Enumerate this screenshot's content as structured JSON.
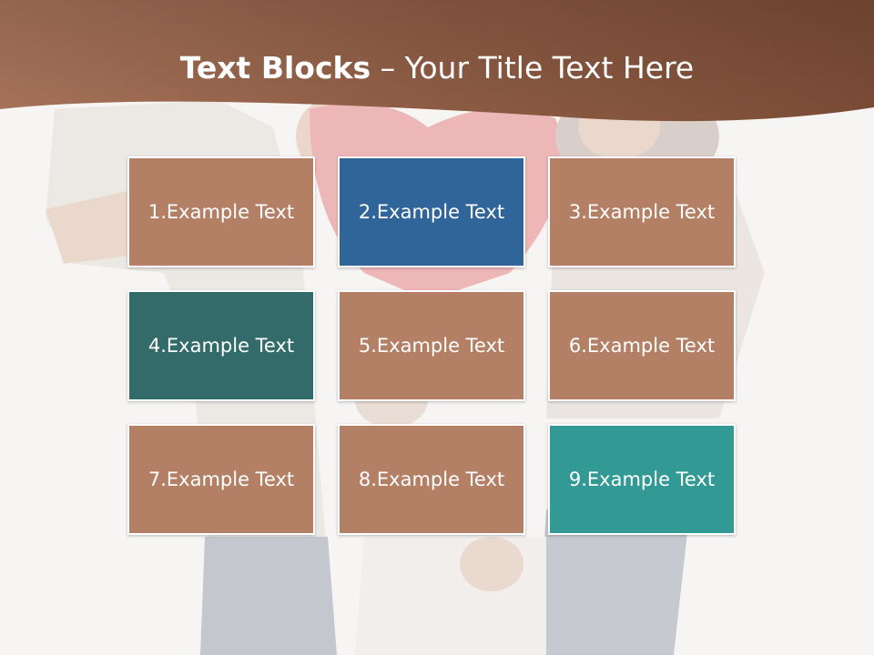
{
  "slide": {
    "title_bold": "Text Blocks",
    "title_rest": " – Your Title Text Here",
    "header_color": "#8a5a42"
  },
  "blocks": [
    {
      "label": "1.Example Text",
      "color": "#b37f65"
    },
    {
      "label": "2.Example Text",
      "color": "#2f6598"
    },
    {
      "label": "3.Example Text",
      "color": "#b37f65"
    },
    {
      "label": "4.Example Text",
      "color": "#336b6a"
    },
    {
      "label": "5.Example Text",
      "color": "#b37f65"
    },
    {
      "label": "6.Example Text",
      "color": "#b37f65"
    },
    {
      "label": "7.Example Text",
      "color": "#b37f65"
    },
    {
      "label": "8.Example Text",
      "color": "#b37f65"
    },
    {
      "label": "9.Example Text",
      "color": "#329995"
    }
  ]
}
